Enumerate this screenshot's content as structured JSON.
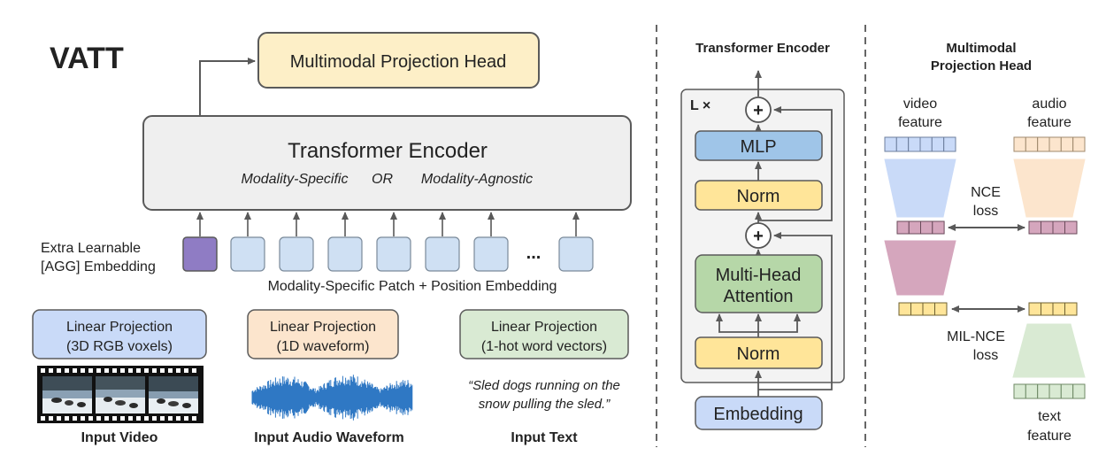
{
  "left": {
    "title": "VATT",
    "projection_head": "Multimodal Projection Head",
    "encoder_title": "Transformer Encoder",
    "encoder_mode_specific": "Modality-Specific",
    "encoder_mode_or": "OR",
    "encoder_mode_agnostic": "Modality-Agnostic",
    "agg_label_line1": "Extra Learnable",
    "agg_label_line2": "[AGG] Embedding",
    "ellipsis": "...",
    "patch_label": "Modality-Specific Patch + Position Embedding",
    "video_proj_line1": "Linear Projection",
    "video_proj_line2": "(3D RGB voxels)",
    "audio_proj_line1": "Linear Projection",
    "audio_proj_line2": "(1D waveform)",
    "text_proj_line1": "Linear Projection",
    "text_proj_line2": "(1-hot word vectors)",
    "text_quote_line1": "“Sled dogs running on the",
    "text_quote_line2": "snow pulling the sled.”",
    "input_video": "Input Video",
    "input_audio": "Input Audio Waveform",
    "input_text": "Input Text"
  },
  "middle": {
    "title": "Transformer Encoder",
    "repeat": "L ×",
    "plus": "+",
    "mlp": "MLP",
    "norm": "Norm",
    "mha_line1": "Multi-Head",
    "mha_line2": "Attention",
    "embedding": "Embedding"
  },
  "right": {
    "title_line1": "Multimodal",
    "title_line2": "Projection Head",
    "video_feature_line1": "video",
    "video_feature_line2": "feature",
    "audio_feature_line1": "audio",
    "audio_feature_line2": "feature",
    "nce_line1": "NCE",
    "nce_line2": "loss",
    "milnce_line1": "MIL-NCE",
    "milnce_line2": "loss",
    "text_feature_line1": "text",
    "text_feature_line2": "feature"
  },
  "colors": {
    "projection_head": "#fdefc7",
    "encoder_box": "#efefef",
    "agg_token": "#8f7cc4",
    "patch_token": "#cfe0f3",
    "video_proj": "#c9daf8",
    "audio_proj": "#fce5cd",
    "text_proj": "#d9ead3",
    "mlp": "#9fc5e8",
    "norm": "#ffe599",
    "mha": "#b6d7a8",
    "embedding": "#c9daf8",
    "mixed_feature": "#d5a6bd",
    "arrow": "#595959"
  }
}
